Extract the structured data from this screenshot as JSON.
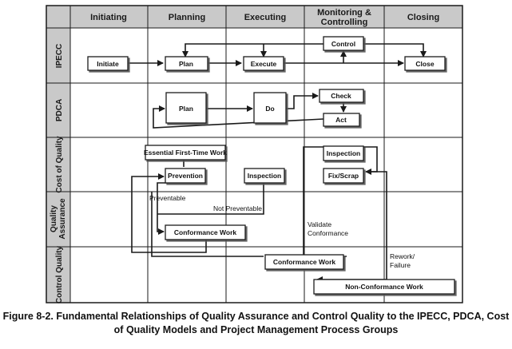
{
  "columns": {
    "initiating": "Initiating",
    "planning": "Planning",
    "executing": "Executing",
    "monitoring_line1": "Monitoring &",
    "monitoring_line2": "Controlling",
    "closing": "Closing"
  },
  "rows": {
    "ipecc": "IPECC",
    "pdca": "PDCA",
    "coq": "Cost of Quality",
    "qa_line1": "Quality",
    "qa_line2": "Assurance",
    "cq": "Control Quality"
  },
  "boxes": {
    "control": "Control",
    "initiate": "Initiate",
    "plan_ipecc": "Plan",
    "execute": "Execute",
    "close": "Close",
    "plan_pdca": "Plan",
    "do": "Do",
    "check": "Check",
    "act": "Act",
    "essential": "Essential First-Time Work",
    "prevention": "Prevention",
    "inspection_exec": "Inspection",
    "inspection_mc": "Inspection",
    "fix_scrap": "Fix/Scrap",
    "conformance_qa": "Conformance Work",
    "conformance_cq": "Conformance Work",
    "nonconformance": "Non-Conformance Work"
  },
  "labels": {
    "preventable": "Preventable",
    "not_preventable": "Not Preventable",
    "validate_line1": "Validate",
    "validate_line2": "Conformance",
    "rework_line1": "Rework/",
    "rework_line2": "Failure"
  },
  "caption": {
    "line1": "Figure 8-2. Fundamental Relationships of Quality Assurance and Control Quality to the IPECC, PDCA, Cost",
    "line2": "of Quality Models and Project Management Process Groups"
  }
}
